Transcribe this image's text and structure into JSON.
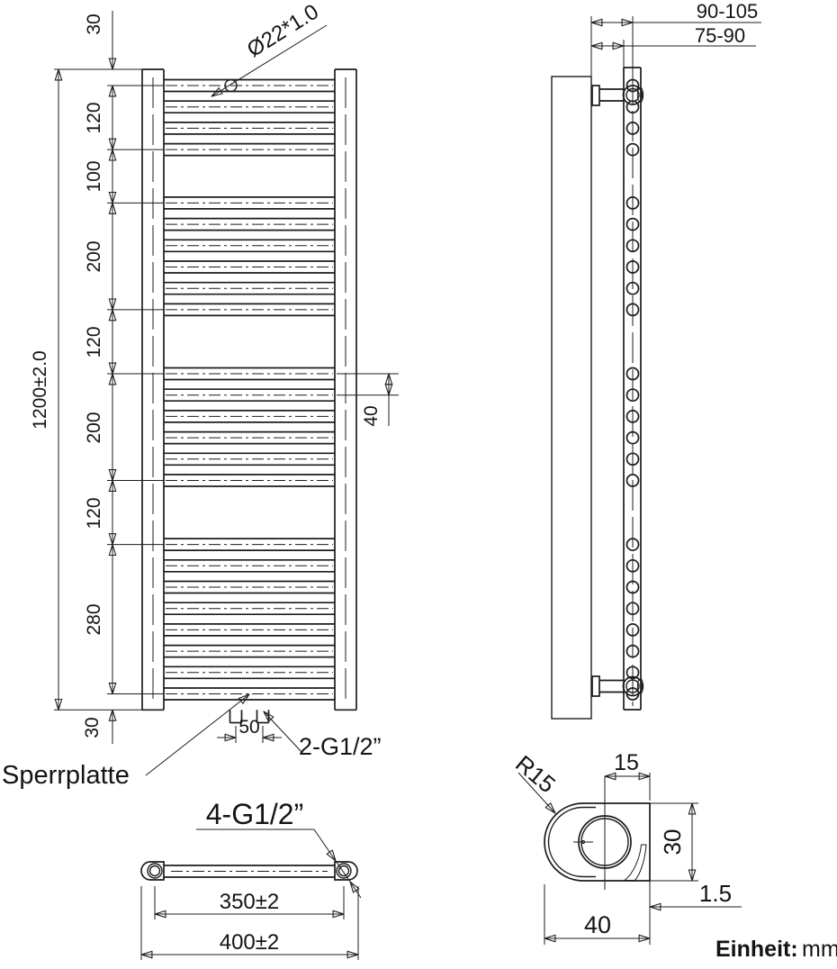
{
  "front": {
    "segments": [
      "30",
      "120",
      "100",
      "200",
      "120",
      "200",
      "120",
      "280",
      "30"
    ],
    "overall_height": "1200±2.0",
    "tube_spec": "Ø22*1.0",
    "tube_pitch": "40",
    "port_spacing": "50",
    "bottom_ports": "2-G1/2”",
    "blocking_plate": "Sperrplatte"
  },
  "side": {
    "wall_distance_outer": "90-105",
    "wall_distance_inner": "75-90"
  },
  "top": {
    "ports": "4-G1/2”",
    "port_center_distance": "350±2",
    "overall_width": "400±2"
  },
  "detail": {
    "radius": "R15",
    "flat_width": "15",
    "depth": "30",
    "wall_thickness": "1.5",
    "profile_width": "40"
  },
  "units": {
    "label": "Einheit:",
    "value": "mm",
    "color": "#2323b8"
  }
}
